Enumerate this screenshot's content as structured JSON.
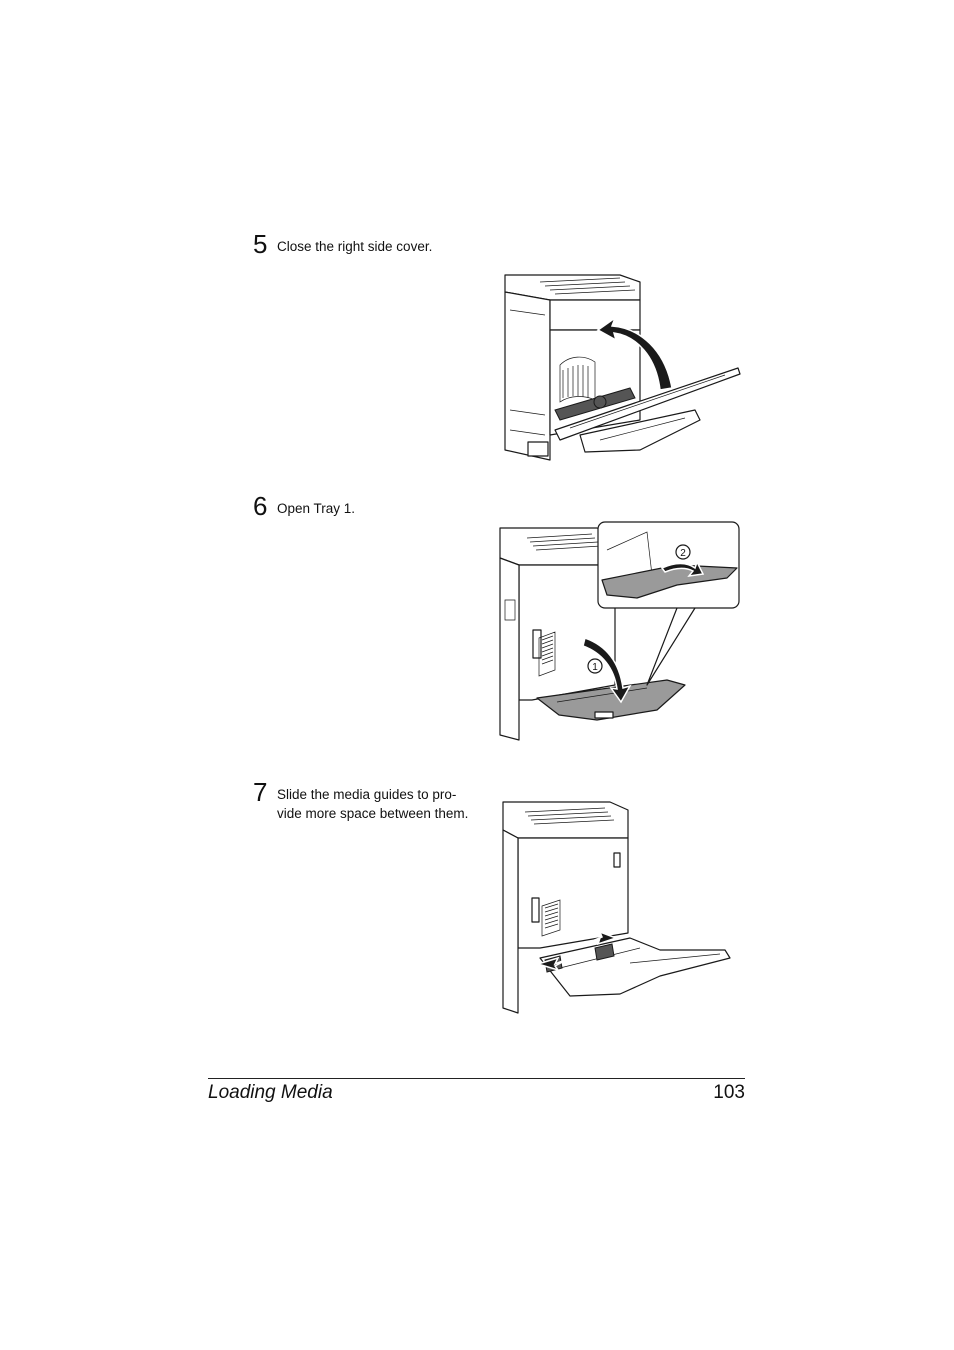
{
  "steps": [
    {
      "number": "5",
      "text": "Close the right side cover."
    },
    {
      "number": "6",
      "text": "Open Tray 1."
    },
    {
      "number": "7",
      "text_line1": "Slide the media guides to pro-",
      "text_line2": "vide more space between them."
    }
  ],
  "figure_callouts": {
    "step6_callout_1": "1",
    "step6_callout_2": "2"
  },
  "footer": {
    "section_title": "Loading Media",
    "page_number": "103"
  }
}
